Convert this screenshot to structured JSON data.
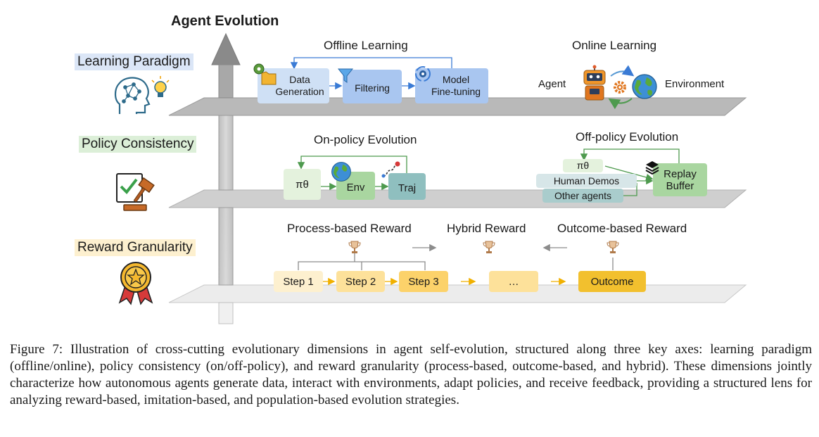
{
  "title": "Agent Evolution",
  "dimensions": {
    "learning": {
      "label": "Learning Paradigm",
      "offline_title": "Offline Learning",
      "online_title": "Online Learning",
      "data_generation": "Data\nGeneration",
      "filtering": "Filtering",
      "model_finetuning": "Model\nFine-tuning",
      "agent": "Agent",
      "environment": "Environment",
      "bg_color": "#dbe6f7"
    },
    "policy": {
      "label": "Policy Consistency",
      "on_policy_title": "On-policy Evolution",
      "off_policy_title": "Off-policy Evolution",
      "pi_theta": "πθ",
      "env": "Env",
      "traj": "Traj",
      "off_pi_theta": "πθ",
      "human_demos": "Human Demos",
      "other_agents": "Other agents",
      "replay_buffer": "Replay\nBuffer",
      "bg_color": "#dcefd8"
    },
    "reward": {
      "label": "Reward Granularity",
      "process_title": "Process-based Reward",
      "hybrid_title": "Hybrid Reward",
      "outcome_title": "Outcome-based Reward",
      "steps": [
        "Step 1",
        "Step 2",
        "Step 3",
        "…"
      ],
      "outcome": "Outcome",
      "bg_color": "#fdf0cf"
    }
  },
  "caption": "Figure 7: Illustration of cross-cutting evolutionary dimensions in agent self-evolution, structured along three key axes: learning paradigm (offline/online), policy consistency (on/off-policy), and reward granularity (process-based, outcome-based, and hybrid). These dimensions jointly characterize how autonomous agents generate data, interact with environments, adapt policies, and receive feedback, providing a structured lens for analyzing reward-based, imitation-based, and population-based evolution strategies."
}
